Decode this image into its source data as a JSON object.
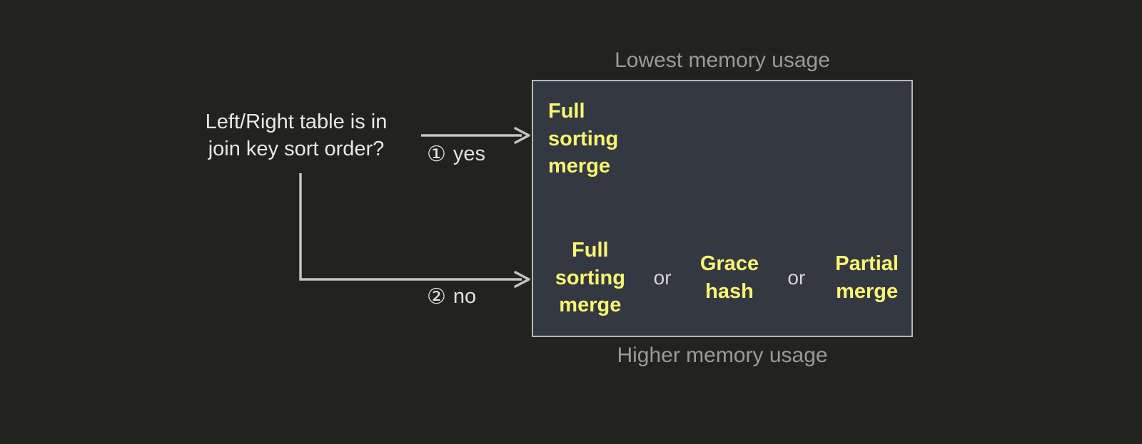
{
  "diagram": {
    "title_top": "Lowest memory usage",
    "title_bottom": "Higher memory usage",
    "question": "Left/Right table is in\njoin key sort order?",
    "branches": [
      {
        "marker": "①",
        "label": "yes"
      },
      {
        "marker": "②",
        "label": "no"
      }
    ],
    "outcomes": {
      "yes_row": [
        {
          "text": "Full\nsorting\nmerge"
        }
      ],
      "no_row": [
        {
          "text": "Full\nsorting\nmerge"
        },
        {
          "text": "Grace\nhash"
        },
        {
          "text": "Partial\nmerge"
        }
      ],
      "separator": "or"
    },
    "colors": {
      "background": "#22231e",
      "box_fill": "#343842",
      "box_border": "#b7b7b5",
      "option_text": "#faf871",
      "caption_text": "#9a9a98",
      "body_text": "#e8e8e6",
      "connector": "#c3c3c1"
    }
  }
}
